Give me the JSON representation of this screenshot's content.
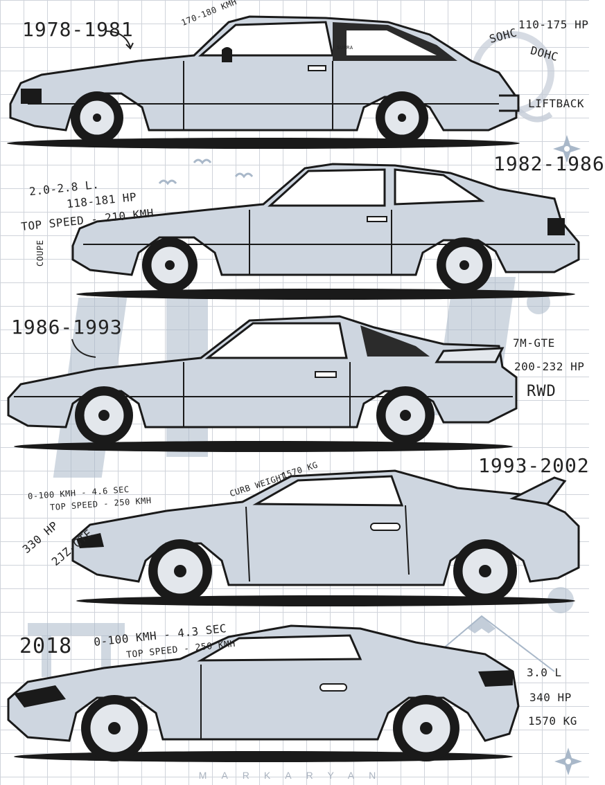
{
  "cars": [
    {
      "years": "1978-1981",
      "speed": "170-180 KMH",
      "power": "110-175 HP",
      "engine_a": "SOHC",
      "engine_b": "DOHC",
      "body": "LIFTBACK",
      "badge": "SUPRA"
    },
    {
      "years": "1982-1986",
      "displacement": "2.0-2.8 L.",
      "power": "118-181 HP",
      "top_speed": "TOP SPEED - 210 KMH",
      "body": "COUPE"
    },
    {
      "years": "1986-1993",
      "engine": "7M-GTE",
      "power": "200-232 HP",
      "drive": "RWD"
    },
    {
      "years": "1993-2002",
      "accel": "0-100 KMH - 4.6 SEC",
      "top_speed": "TOP SPEED - 250 KMH",
      "curb_weight_label": "CURB WEIGHT",
      "curb_weight": "1570 KG",
      "power": "330 HP",
      "engine": "2JZ-GTE"
    },
    {
      "years": "2018",
      "accel": "0-100 KMH - 4.3 SEC",
      "top_speed": "TOP SPEED - 250 KMH",
      "displacement": "3.0 L",
      "power": "340 HP",
      "weight": "1570 KG"
    }
  ],
  "signature": "MARKARYAN",
  "colors": {
    "body_fill": "#ced6e0",
    "shadow": "#8e9aad",
    "line": "#1a1a1a",
    "accent": "#a9b8c9"
  }
}
